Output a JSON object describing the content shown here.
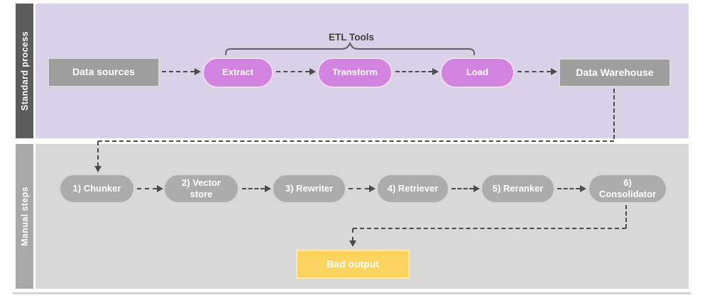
{
  "standard_lane": {
    "label": "Standard process",
    "group_label": "ETL Tools",
    "nodes": {
      "data_sources": "Data sources",
      "extract": "Extract",
      "transform": "Transform",
      "load": "Load",
      "data_warehouse": "Data Warehouse"
    }
  },
  "manual_lane": {
    "label": "Manual steps",
    "nodes": {
      "chunker": "1) Chunker",
      "vector_store": "2) Vector store",
      "rewriter": "3) Rewriter",
      "retriever": "4) Retriever",
      "reranker": "5) Reranker",
      "consolidator": "6) Consolidator",
      "bad_output": "Bad output"
    }
  },
  "colors": {
    "standard_lane_bg": "#d8d1e7",
    "standard_lane_bar": "#5c5c5c",
    "manual_lane_bg": "#d8d8d8",
    "manual_lane_bar": "#a9a9a9",
    "etl_pill": "#d183df",
    "gray_node": "#9e9e9e",
    "manual_pill": "#acacac",
    "bad_output_fill": "#fbd35e",
    "connector": "#4b4b4b",
    "node_text": "#ffffff"
  }
}
